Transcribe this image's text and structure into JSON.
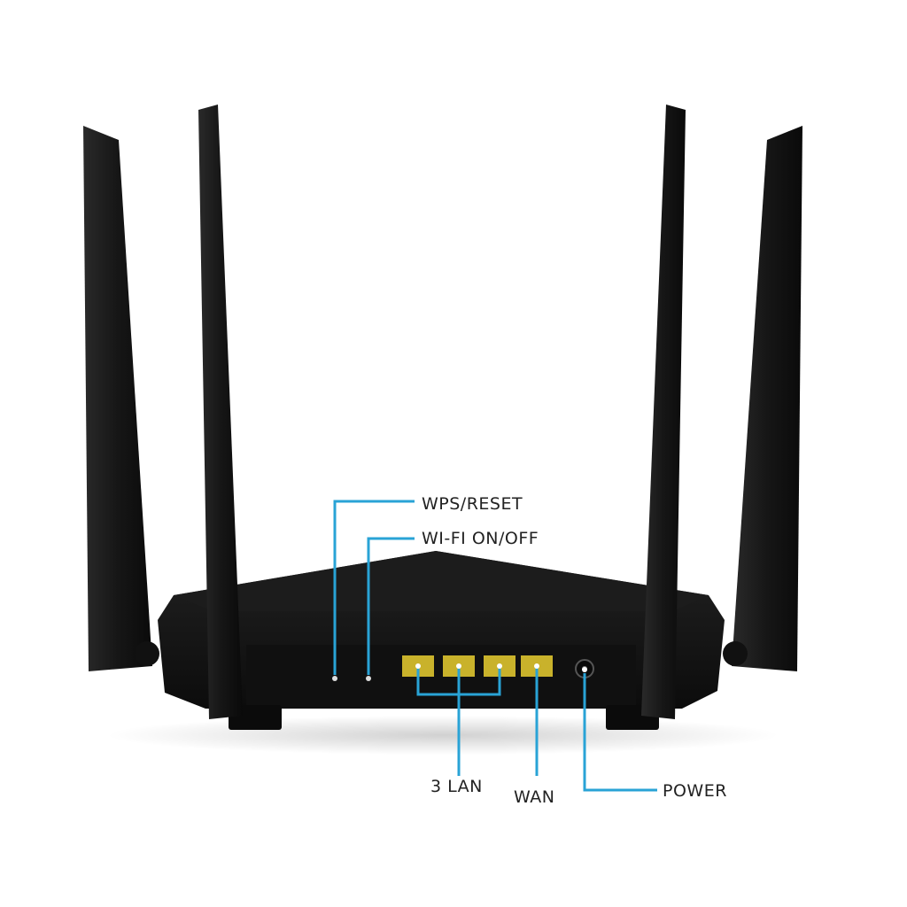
{
  "labels": {
    "wps_reset": "WPS/RESET",
    "wifi_toggle": "WI-FI ON/OFF",
    "lan": "3 LAN",
    "wan": "WAN",
    "power": "POWER"
  },
  "colors": {
    "background": "#ffffff",
    "router_body": "#141414",
    "callout_line": "#29a3d6",
    "port": "#c9b22b",
    "label_text": "#222222"
  }
}
